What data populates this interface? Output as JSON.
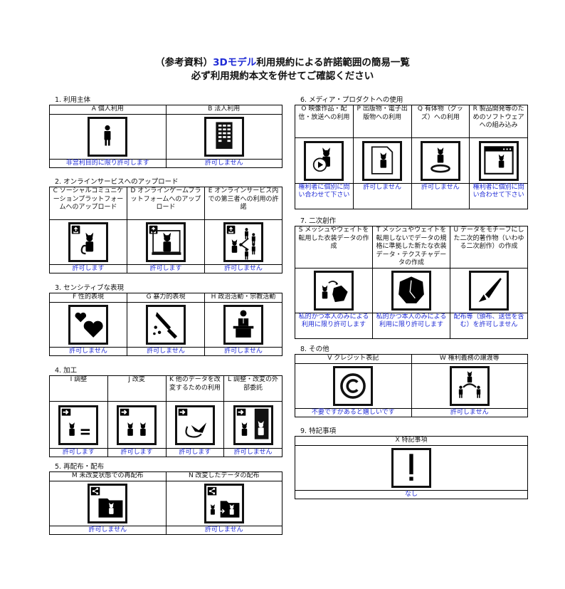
{
  "header": {
    "line1_prefix": "（参考資料）",
    "line1_highlight": "3Dモデル",
    "line1_suffix": "利用規約による許諾範囲の簡易一覧",
    "line2": "必ず利用規約本文を併せてご確認ください"
  },
  "colors": {
    "result_text": "#1f2bd6",
    "border": "#000000"
  },
  "sections": {
    "s1": {
      "title": "1. 利用主体",
      "items": [
        {
          "label": "A 個人利用",
          "icon": "person-icon",
          "result": "非営利目的に限り許可します"
        },
        {
          "label": "B 法人利用",
          "icon": "building-icon",
          "result": "許可しません"
        }
      ]
    },
    "s2": {
      "title": "2. オンラインサービスへのアップロード",
      "items": [
        {
          "label": "C ソーシャルコミュニケーションプラットフォームへのアップロード",
          "icon": "upload-sns-icon",
          "result": "許可します"
        },
        {
          "label": "D オンラインゲームプラットフォームへのアップロード",
          "icon": "upload-game-icon",
          "result": "許可します"
        },
        {
          "label": "E オンラインサービス内での第三者への利用の許諾",
          "icon": "share-third-party-icon",
          "result": "許可しません"
        }
      ]
    },
    "s3": {
      "title": "3. センシティブな表現",
      "items": [
        {
          "label": "F 性的表現",
          "icon": "hearts-icon",
          "result": "許可しません"
        },
        {
          "label": "G 暴力的表現",
          "icon": "knife-icon",
          "result": "許可しません"
        },
        {
          "label": "H 政治活動・宗教活動",
          "icon": "podium-icon",
          "result": "許可しません"
        }
      ]
    },
    "s4": {
      "title": "4. 加工",
      "items": [
        {
          "label": "I 調整",
          "icon": "adjust-icon",
          "result": "許可します"
        },
        {
          "label": "J 改変",
          "icon": "modify-icon",
          "result": "許可します"
        },
        {
          "label": "K 他のデータを改変するための利用",
          "icon": "reuse-data-icon",
          "result": "許可します"
        },
        {
          "label": "L 調整・改変の外部委託",
          "icon": "outsource-icon",
          "result": "許可しません"
        }
      ]
    },
    "s5": {
      "title": "5. 再配布・配布",
      "items": [
        {
          "label": "M 未改変状態での再配布",
          "icon": "redistribute-icon",
          "result": "許可しません"
        },
        {
          "label": "N 改変したデータの配布",
          "icon": "distribute-modified-icon",
          "result": "許可しません"
        }
      ]
    },
    "s6": {
      "title": "6. メディア・プロダクトへの使用",
      "items": [
        {
          "label": "O 映像作品・配信・放送への利用",
          "icon": "video-icon",
          "result": "権利者に個別に問い合わせて下さい"
        },
        {
          "label": "P 出版物・電子出版物への利用",
          "icon": "publication-icon",
          "result": "許可しません"
        },
        {
          "label": "Q 有体物（グッズ）への利用",
          "icon": "figure-goods-icon",
          "result": "許可しません"
        },
        {
          "label": "R 製品開発等のためのソフトウェアへの組み込み",
          "icon": "software-window-icon",
          "result": "権利者に個別に問い合わせて下さい"
        }
      ]
    },
    "s7": {
      "title": "7. 二次創作",
      "items": [
        {
          "label": "S メッシュやウェイトを転用した衣装データの作成",
          "icon": "costume-reuse-icon",
          "result": "私的かつ本人のみによる利用に限り許可します"
        },
        {
          "label": "T メッシュやウェイトを転用しないでデータの規格に準拠した新たな衣装データ・テクスチャデータの作成",
          "icon": "costume-icon",
          "result": "私的かつ本人のみによる利用に限り許可します"
        },
        {
          "label": "U データをモチーフにした二次的著作物（いわゆる二次創作）の作成",
          "icon": "pen-nib-icon",
          "result": "配布等（頒布、送信を含む）を許可しません"
        }
      ]
    },
    "s8": {
      "title": "8. その他",
      "items": [
        {
          "label": "V クレジット表記",
          "icon": "copyright-icon",
          "result": "不要ですがあると嬉しいです"
        },
        {
          "label": "W 権利義務の譲渡等",
          "icon": "transfer-rights-icon",
          "result": "許可しません"
        }
      ]
    },
    "s9": {
      "title": "9. 特記事項",
      "items": [
        {
          "label": "X 特記事項",
          "icon": "exclamation-icon",
          "result": "なし"
        }
      ]
    }
  }
}
